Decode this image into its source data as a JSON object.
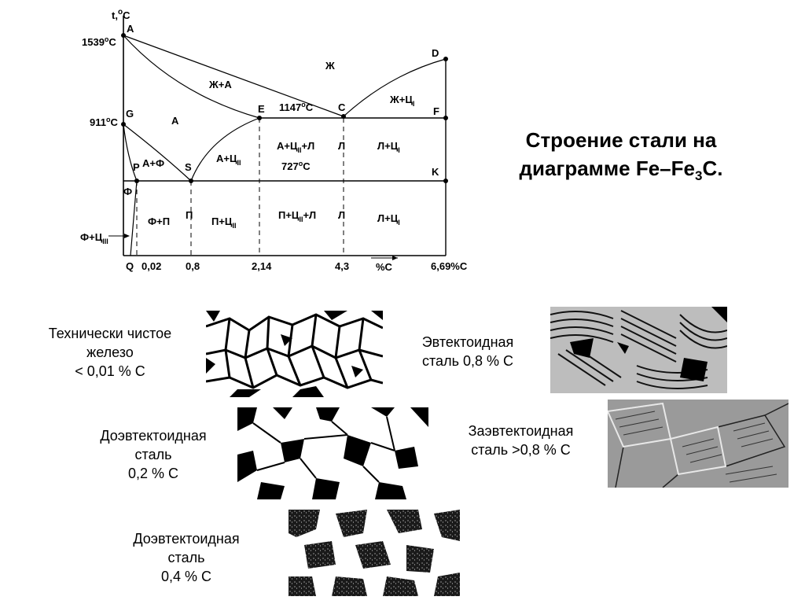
{
  "diagram": {
    "axis_t": "t,",
    "axis_t_sup": "o",
    "axis_t_unit": "C",
    "temp_1539": "1539",
    "temp_911": "911",
    "temp_unit_sup": "o",
    "temp_unit": "C",
    "temp_1147": "1147",
    "temp_727": "727",
    "points": {
      "A": "A",
      "D": "D",
      "G": "G",
      "E": "E",
      "C": "C",
      "F": "F",
      "P": "P",
      "S": "S",
      "K": "K",
      "Q": "Q"
    },
    "phases": {
      "zh": "Ж",
      "zh_a": "Ж+А",
      "a": "А",
      "zh_ts": "Ж+Ц",
      "zh_ts_sub": "I",
      "a_f": "А+Ф",
      "f": "Ф",
      "a_ts2": "А+Ц",
      "a_ts2_sub": "II",
      "a_ts2_l_1": "А+Ц",
      "a_ts2_l_sub": "II",
      "a_ts2_l_2": "+Л",
      "l_upper": "Л",
      "l_ts1_upper": "Л+Ц",
      "l_ts1_upper_sub": "I",
      "f_p": "Ф+П",
      "p": "П",
      "p_ts2": "П+Ц",
      "p_ts2_sub": "II",
      "p_ts2_l_1": "П+Ц",
      "p_ts2_l_sub": "II",
      "p_ts2_l_2": "+Л",
      "l_lower": "Л",
      "l_ts1_lower": "Л+Ц",
      "l_ts1_lower_sub": "I",
      "f_ts3": "Ф+Ц",
      "f_ts3_sub": "III"
    },
    "x_ticks": [
      "0,02",
      "0,8",
      "2,14",
      "4,3",
      "6,69%С"
    ],
    "x_axis_label": "%С"
  },
  "title": {
    "line1": "Строение стали на",
    "line2_pre": "диаграмме Fe–Fe",
    "line2_sub": "3",
    "line2_post": "C."
  },
  "captions": {
    "iron": [
      "Технически чистое",
      "железо",
      "< 0,01 % С"
    ],
    "hypo02": [
      "Доэвтектоидная",
      "сталь",
      "0,2 % С"
    ],
    "hypo04": [
      "Доэвтектоидная",
      "сталь",
      "0,4 % С"
    ],
    "eutectoid": [
      "Эвтектоидная",
      "сталь 0,8 % С"
    ],
    "hyper": [
      "Заэвтектоидная",
      "сталь >0,8 % С"
    ]
  }
}
